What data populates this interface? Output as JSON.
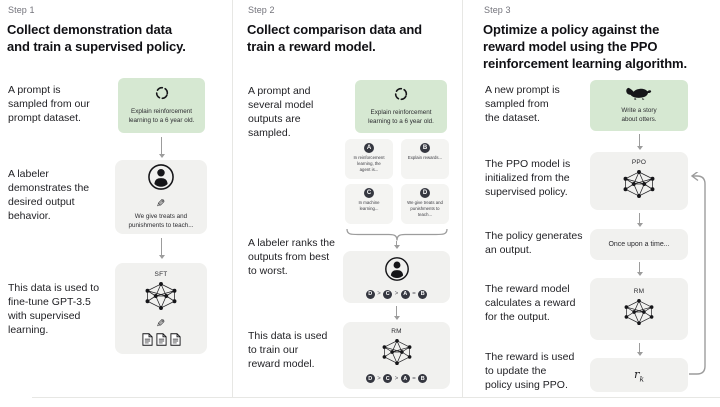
{
  "colors": {
    "green": "#d6e8d2",
    "graybox": "#f1f1ef",
    "minibox": "#f4f4f2",
    "ink": "#161619",
    "muted": "#73737b",
    "arrow": "#9c9c9c",
    "line": "#e7e7e4",
    "badge": "#353740"
  },
  "step1": {
    "label": "Step 1",
    "title": "Collect demonstration data\nand train a supervised policy.",
    "desc_prompt": "A prompt is\nsampled from our\nprompt dataset.",
    "prompt_box": {
      "text": "Explain reinforcement\nlearning to a 6 year old."
    },
    "desc_labeler": "A labeler\ndemonstrates the\ndesired output\nbehavior.",
    "labeler_box": {
      "pencil": "✎",
      "text": "We give treats and\npunishments to teach..."
    },
    "desc_sft": "This data is used to\nfine-tune GPT-3.5\nwith supervised\nlearning.",
    "sft_box": {
      "tag": "SFT",
      "pencil": "✎"
    }
  },
  "step2": {
    "label": "Step 2",
    "title": "Collect comparison data and\ntrain a reward model.",
    "desc_prompt": "A prompt and\nseveral model\noutputs are\nsampled.",
    "prompt_box": {
      "text": "Explain reinforcement\nlearning to a 6 year old."
    },
    "outputs": [
      {
        "letter": "A",
        "text": "In reinforcement\nlearning, the\nagent is..."
      },
      {
        "letter": "B",
        "text": "Explain rewards..."
      },
      {
        "letter": "C",
        "text": "In machine\nlearning..."
      },
      {
        "letter": "D",
        "text": "We give treats and\npunishments to\nteach..."
      }
    ],
    "desc_rank": "A labeler ranks the\noutputs from best\nto worst.",
    "ranking": {
      "items": [
        "D",
        "C",
        "A",
        "B"
      ],
      "separators": [
        ">",
        ">",
        "="
      ]
    },
    "desc_rm": "This data is used\nto train our\nreward model.",
    "rm_box": {
      "tag": "RM"
    }
  },
  "step3": {
    "label": "Step 3",
    "title": "Optimize a policy against the\nreward model using the PPO\nreinforcement learning algorithm.",
    "desc_prompt": "A new prompt is\nsampled from\nthe dataset.",
    "prompt_box": {
      "text": "Write a story\nabout otters."
    },
    "desc_ppo": "The PPO model is\ninitialized from the\nsupervised policy.",
    "ppo_box": {
      "tag": "PPO"
    },
    "desc_output": "The policy generates\nan output.",
    "output_box": {
      "text": "Once upon a time..."
    },
    "desc_reward": "The reward model\ncalculates a reward\nfor the output.",
    "rm_box": {
      "tag": "RM"
    },
    "desc_update": "The reward is used\nto update the\npolicy using PPO.",
    "reward_box": {
      "base": "r",
      "sub": "k"
    }
  }
}
